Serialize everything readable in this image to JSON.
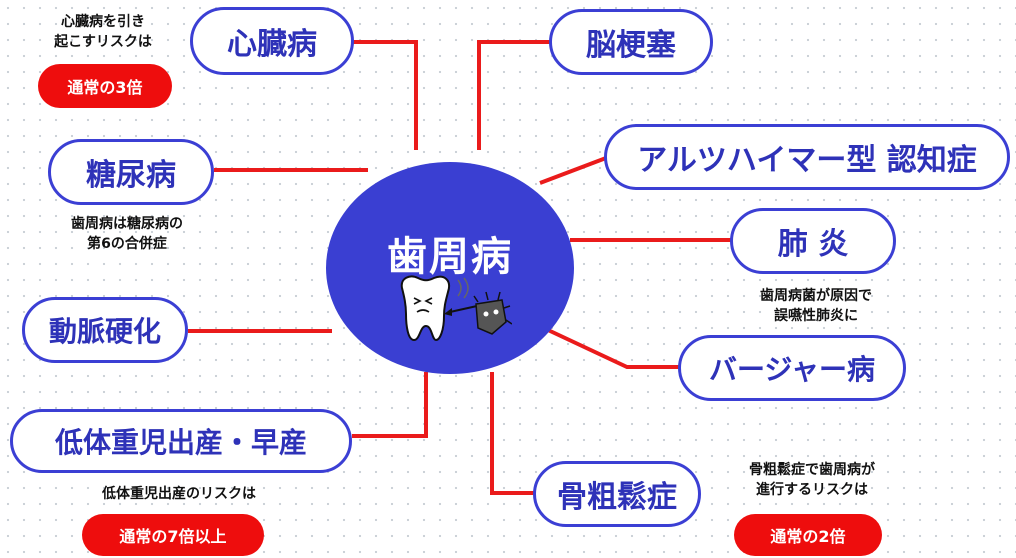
{
  "center": {
    "title": "歯周病"
  },
  "nodes": {
    "heart": "心臓病",
    "stroke": "脳梗塞",
    "diabetes": "糖尿病",
    "alzheimers": "アルツハイマー型 認知症",
    "pneumonia": "肺 炎",
    "arteriosclerosis": "動脈硬化",
    "burger": "バージャー病",
    "low_birth": "低体重児出産・早産",
    "osteoporosis": "骨粗鬆症"
  },
  "notes": {
    "heart": {
      "line1": "心臓病を引き",
      "line2": "起こすリスクは",
      "badge": "通常の3倍"
    },
    "diabetes": {
      "line1": "歯周病は糖尿病の",
      "line2": "第6の合併症"
    },
    "pneumonia": {
      "line1": "歯周病菌が原因で",
      "line2": "誤嚥性肺炎に"
    },
    "low_birth": {
      "line1": "低体重児出産のリスクは",
      "badge": "通常の7倍以上"
    },
    "osteoporosis": {
      "line1": "骨粗鬆症で歯周病が",
      "line2": "進行するリスクは",
      "badge": "通常の2倍"
    }
  },
  "colors": {
    "node_border": "#3b3fd4",
    "node_text": "#2e32b8",
    "center_fill": "#3a3fd2",
    "connector": "#ea1b1b",
    "badge_fill": "#ee0d0d"
  },
  "icons": [
    "tooth-icon",
    "bacteria-icon"
  ]
}
